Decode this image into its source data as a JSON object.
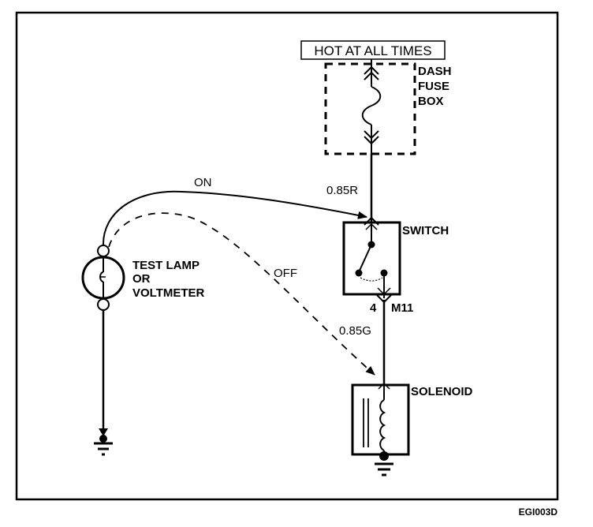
{
  "diagram": {
    "header_label": "HOT AT ALL TIMES",
    "fuse_box_label": [
      "DASH",
      "FUSE",
      "BOX"
    ],
    "wire_top": "0.85R",
    "wire_bottom": "0.85G",
    "switch_label": "SWITCH",
    "connector_pin": "4",
    "connector_id": "M11",
    "solenoid_label": "SOLENOID",
    "tester_label": [
      "TEST LAMP",
      "OR",
      "VOLTMETER"
    ],
    "on_label": "ON",
    "off_label": "OFF",
    "figure_code": "EGI003D",
    "line_color": "#000000",
    "background_color": "#ffffff"
  }
}
